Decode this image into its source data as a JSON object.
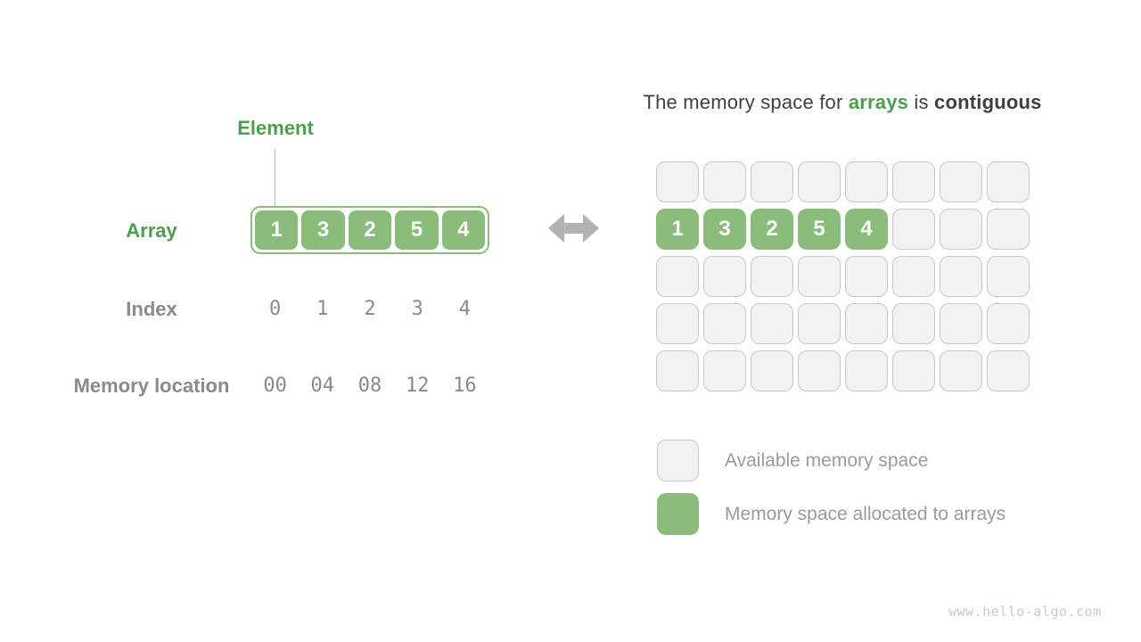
{
  "title": {
    "prefix": "The memory space for ",
    "highlight": "arrays",
    "middle": " is ",
    "emphasis": "contiguous"
  },
  "array_diagram": {
    "element_label": "Element",
    "array_label": "Array",
    "values": [
      "1",
      "3",
      "2",
      "5",
      "4"
    ],
    "index_label": "Index",
    "indices": [
      "0",
      "1",
      "2",
      "3",
      "4"
    ],
    "memory_label": "Memory location",
    "memory_locations": [
      "00",
      "04",
      "08",
      "12",
      "16"
    ]
  },
  "memory_grid": {
    "columns": 8,
    "rows": [
      [
        null,
        null,
        null,
        null,
        null,
        null,
        null,
        null
      ],
      [
        "1",
        "3",
        "2",
        "5",
        "4",
        null,
        null,
        null
      ],
      [
        null,
        null,
        null,
        null,
        null,
        null,
        null,
        null
      ],
      [
        null,
        null,
        null,
        null,
        null,
        null,
        null,
        null
      ],
      [
        null,
        null,
        null,
        null,
        null,
        null,
        null,
        null
      ]
    ]
  },
  "legend": {
    "items": [
      {
        "type": "available",
        "label": "Available memory space"
      },
      {
        "type": "allocated",
        "label": "Memory space allocated to arrays"
      }
    ]
  },
  "watermark": "www.hello-algo.com",
  "colors": {
    "green_fill": "#8ABC7C",
    "green_text": "#4C9E50",
    "gray_cell_fill": "#F2F2F2",
    "gray_cell_border": "#C8C8C8",
    "label_gray": "#8A8A8A",
    "legend_text": "#9B9B9B",
    "arrow_gray": "#B2B2B2",
    "title_text": "#3F3F3F",
    "watermark_gray": "#CBCBCB"
  }
}
